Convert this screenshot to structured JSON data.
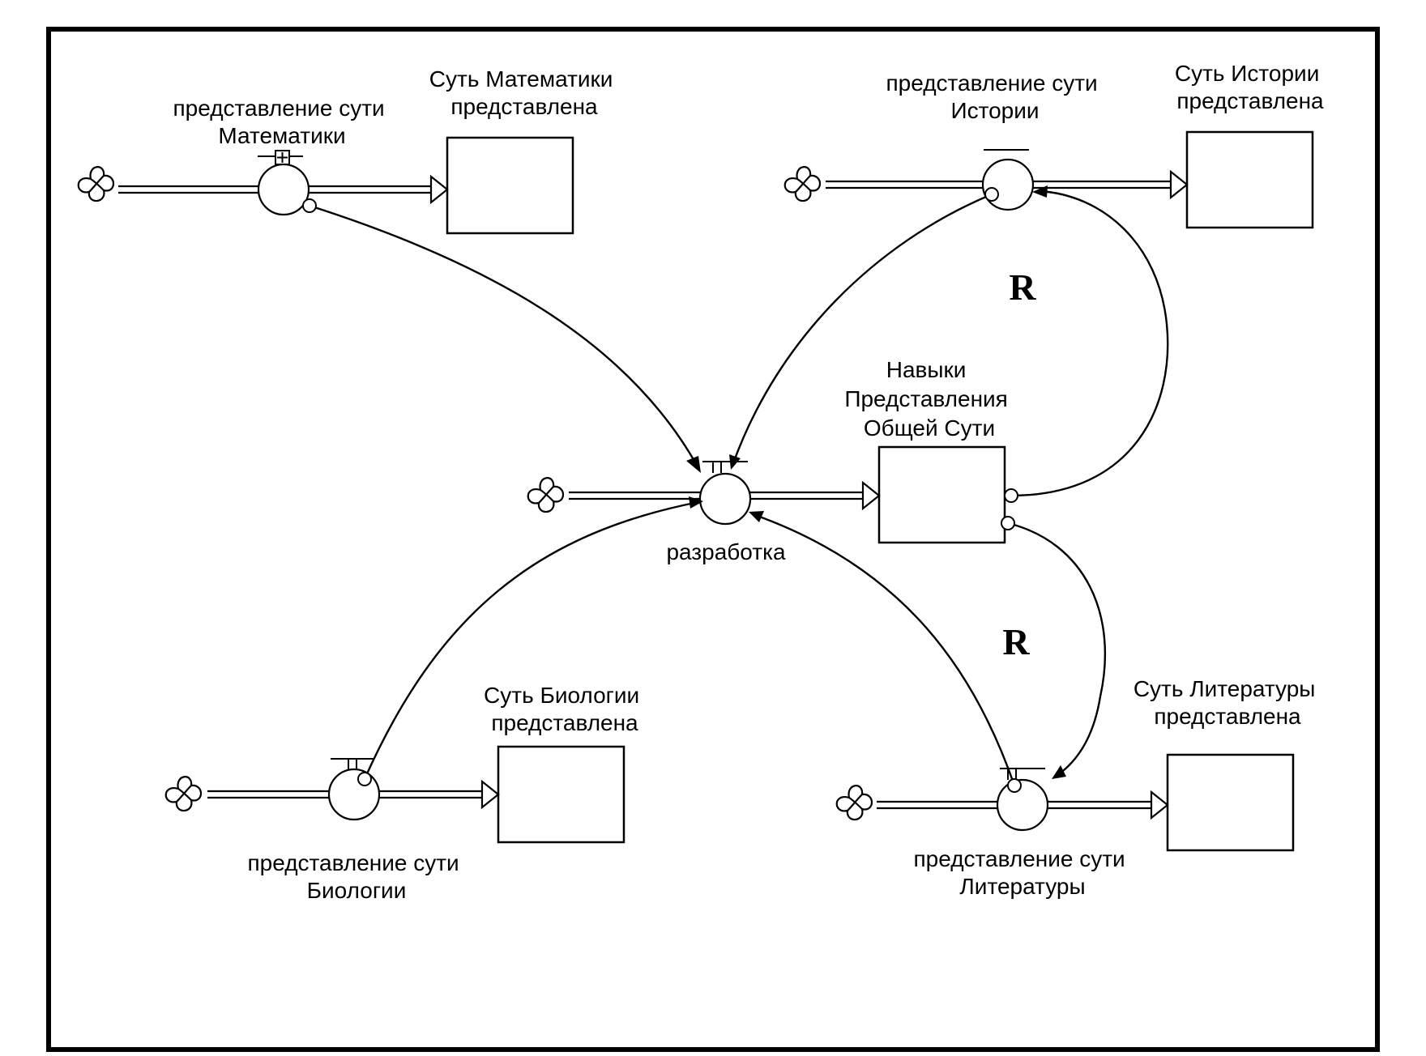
{
  "stocks": {
    "math": "Суть Математики представлена",
    "history": "Суть Истории представлена",
    "skills": "Навыки Представления Общей Сути",
    "biology": "Суть Биологии представлена",
    "literature": "Суть Литературы представлена"
  },
  "flows": {
    "math": "представление сути Математики",
    "history": "представление сути Истории",
    "development": "разработка",
    "biology": "представление сути Биологии",
    "literature": "представление сути Литературы"
  },
  "loops": {
    "upper": "R",
    "lower": "R"
  }
}
